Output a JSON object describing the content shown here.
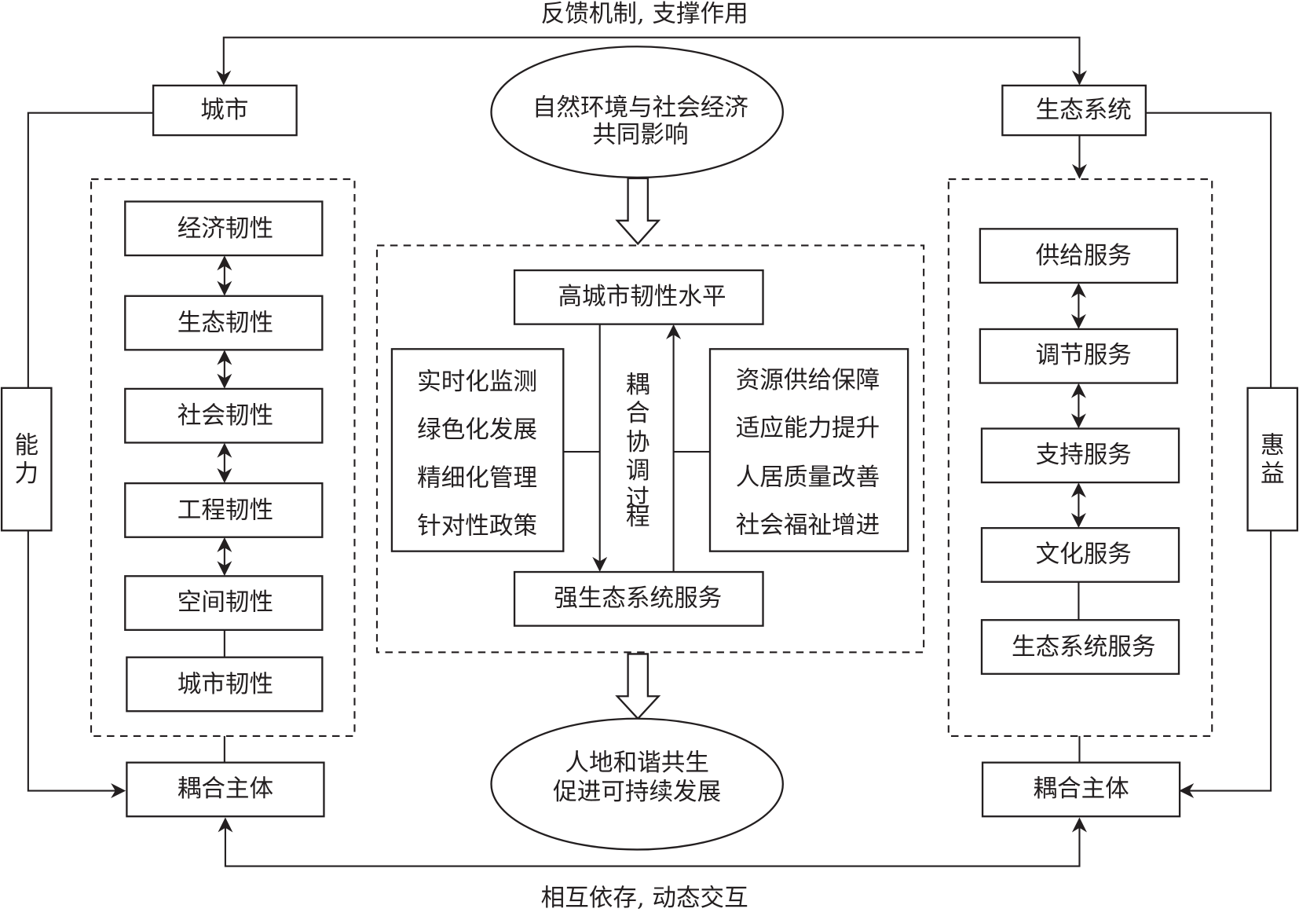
{
  "top_label": "反馈机制, 支撑作用",
  "bottom_label": "相互依存, 动态交互",
  "left": {
    "title": "城市",
    "side_label": [
      "能",
      "力"
    ],
    "items": [
      "经济韧性",
      "生态韧性",
      "社会韧性",
      "工程韧性",
      "空间韧性",
      "城市韧性"
    ],
    "subject": "耦合主体"
  },
  "right": {
    "title": "生态系统",
    "side_label": [
      "惠",
      "益"
    ],
    "items": [
      "供给服务",
      "调节服务",
      "支持服务",
      "文化服务",
      "生态系统服务"
    ],
    "subject": "耦合主体"
  },
  "center": {
    "top_ellipse": [
      "自然环境与社会经济",
      "共同影响"
    ],
    "bottom_ellipse": [
      "人地和谐共生",
      "促进可持续发展"
    ],
    "high_level": "高城市韧性水平",
    "strong_service": "强生态系统服务",
    "process": [
      "耦",
      "合",
      "协",
      "调",
      "过",
      "程"
    ],
    "left_measures": [
      "实时化监测",
      "绿色化发展",
      "精细化管理",
      "针对性政策"
    ],
    "right_measures": [
      "资源供给保障",
      "适应能力提升",
      "人居质量改善",
      "社会福祉增进"
    ]
  }
}
